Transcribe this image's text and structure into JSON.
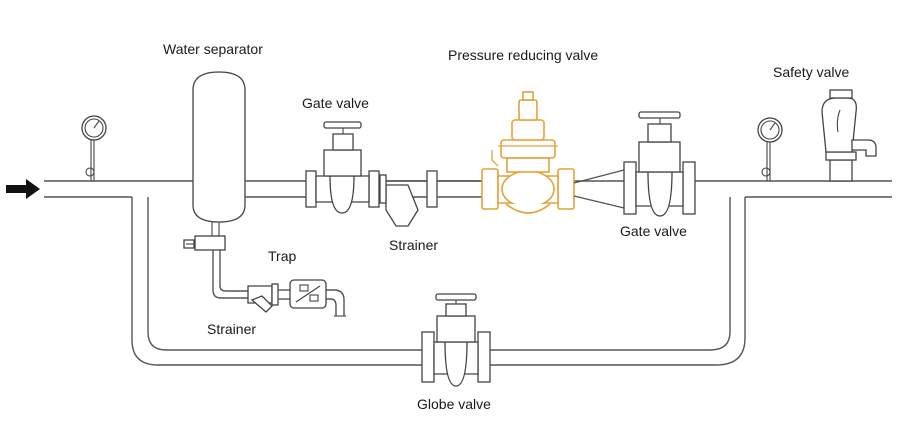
{
  "labels": {
    "water_separator": "Water separator",
    "pressure_reducing_valve": "Pressure reducing valve",
    "safety_valve": "Safety valve",
    "gate_valve_left": "Gate valve",
    "gate_valve_right": "Gate valve",
    "strainer_main": "Strainer",
    "strainer_trap": "Strainer",
    "trap": "Trap",
    "globe_valve": "Globe valve"
  },
  "colors": {
    "pressure_reducing_valve": "#e4a238",
    "pipe": "#555555",
    "flow_arrow": "#111111"
  },
  "icons": {
    "inlet_arrow": "flow-arrow-icon"
  }
}
